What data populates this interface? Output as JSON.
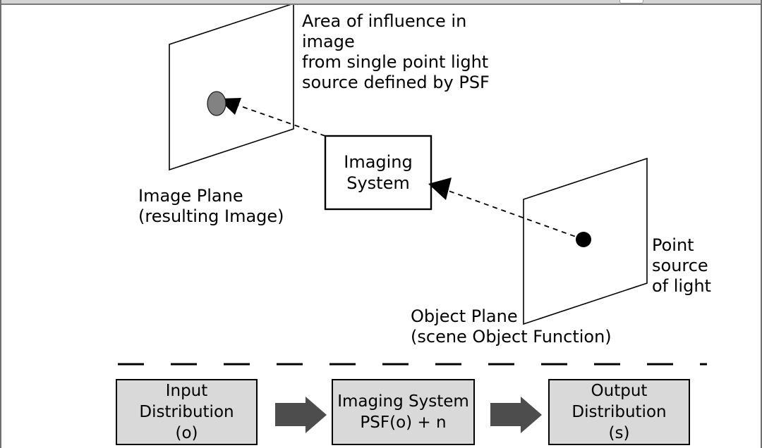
{
  "diagram": {
    "area_label": "Area of influence in image\nfrom single point light\nsource defined by PSF",
    "imaging_system_label": "Imaging\nSystem",
    "image_plane_label": "Image Plane\n(resulting Image)",
    "point_source_label": "Point\nsource\nof light",
    "object_plane_label": "Object Plane\n(scene Object Function)"
  },
  "flow": {
    "boxes": [
      {
        "label": "Input\nDistribution\n(o)"
      },
      {
        "label": "Imaging System\nPSF(o) + n"
      },
      {
        "label": "Output\nDistribution\n(s)"
      }
    ]
  },
  "colors": {
    "box_fill": "#d9d9d9",
    "flow_arrow": "#4d4d4d",
    "psf_spot": "#828282",
    "topbar": "#d4d4d4"
  }
}
